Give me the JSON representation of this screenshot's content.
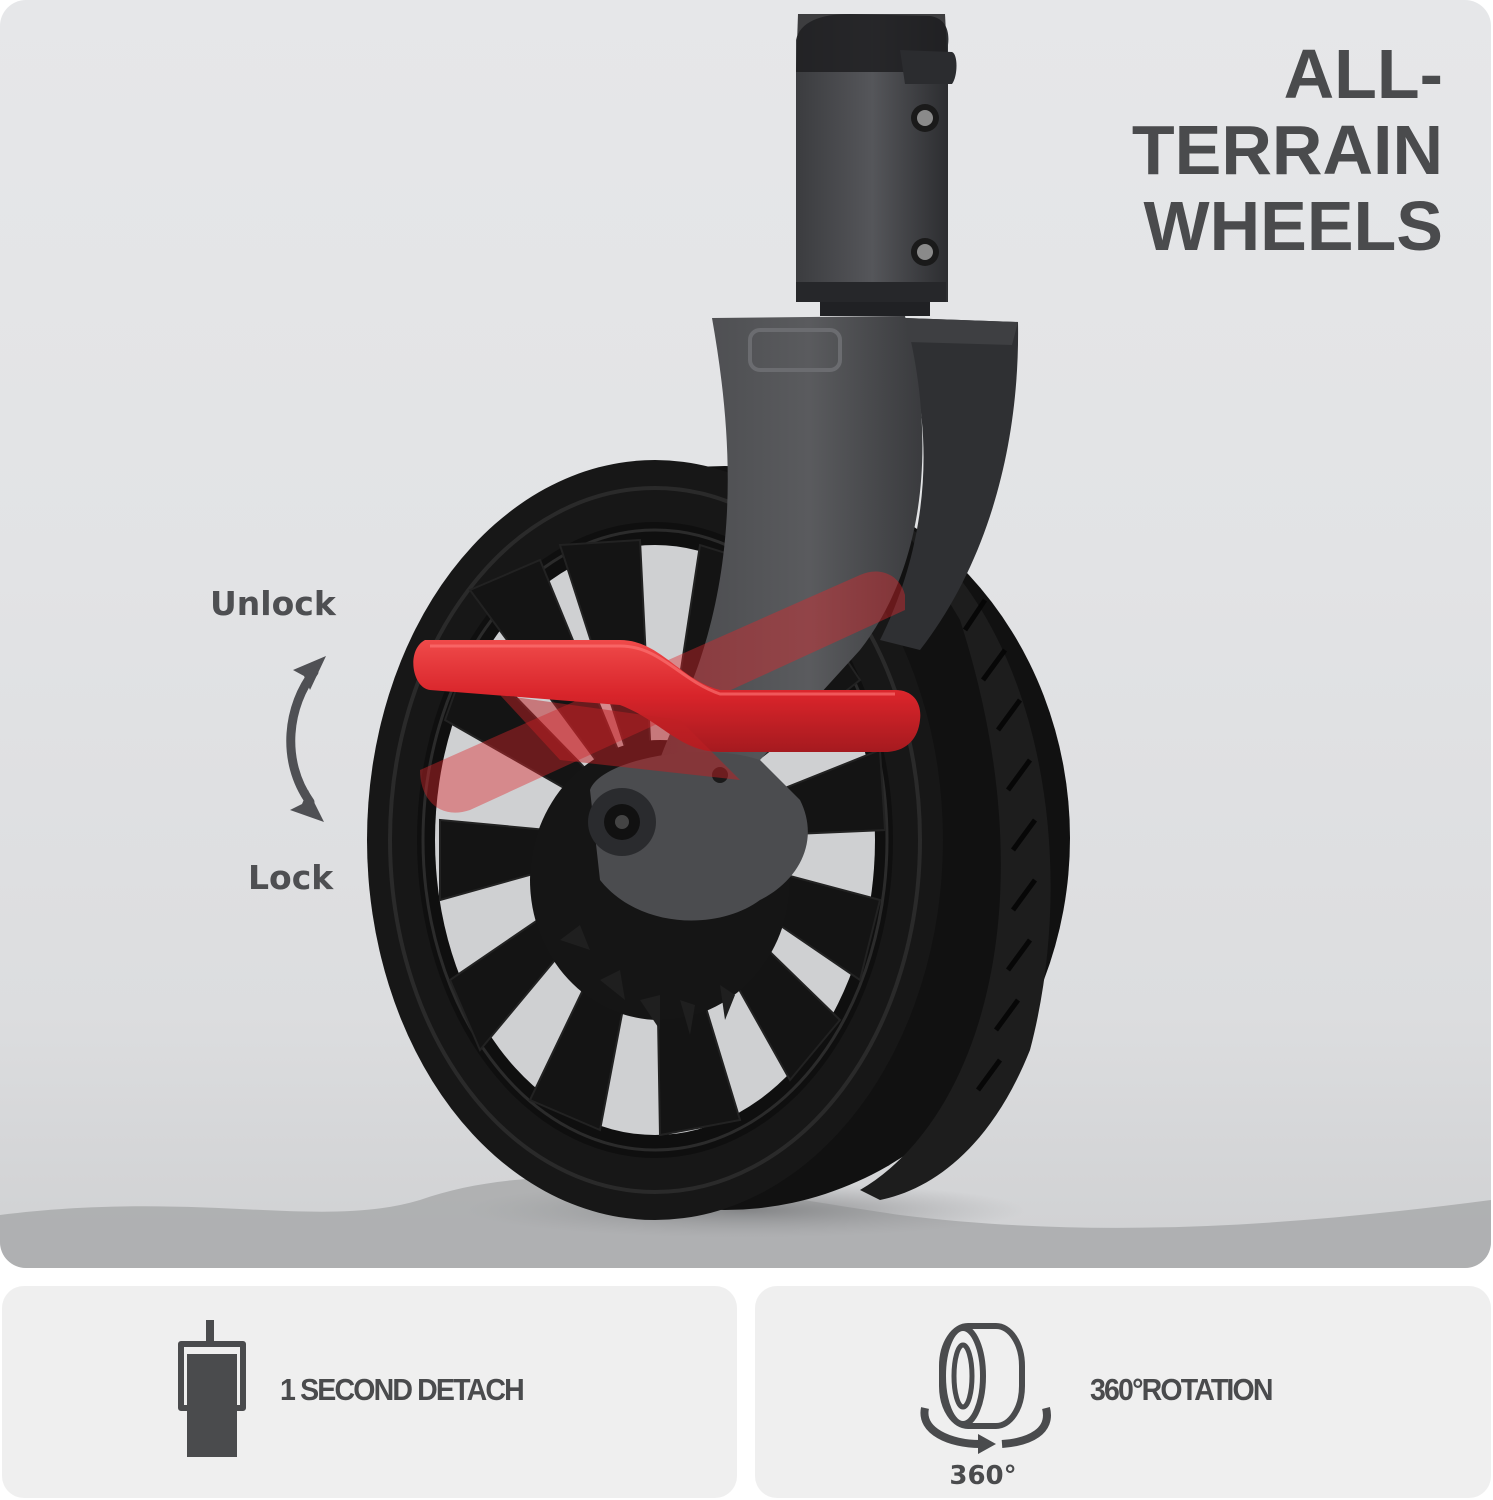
{
  "hero": {
    "headline": [
      "ALL-",
      "TERRAIN",
      "WHEELS"
    ],
    "labels": {
      "unlock": "Unlock",
      "lock": "Lock"
    },
    "colors": {
      "background": "#e3e4e6",
      "text": "#4a4b4d",
      "lever_red": "#e0262b",
      "wheel_black": "#151515",
      "fork_gray": "#4c4d50"
    },
    "icons": {
      "lock_arrow": "curved-double-arrow-icon"
    }
  },
  "features": [
    {
      "icon": "detach-post-icon",
      "label": "1 SECOND DETACH"
    },
    {
      "icon": "wheel-rotation-icon",
      "icon_caption": "360°",
      "label": "360°ROTATION"
    }
  ]
}
